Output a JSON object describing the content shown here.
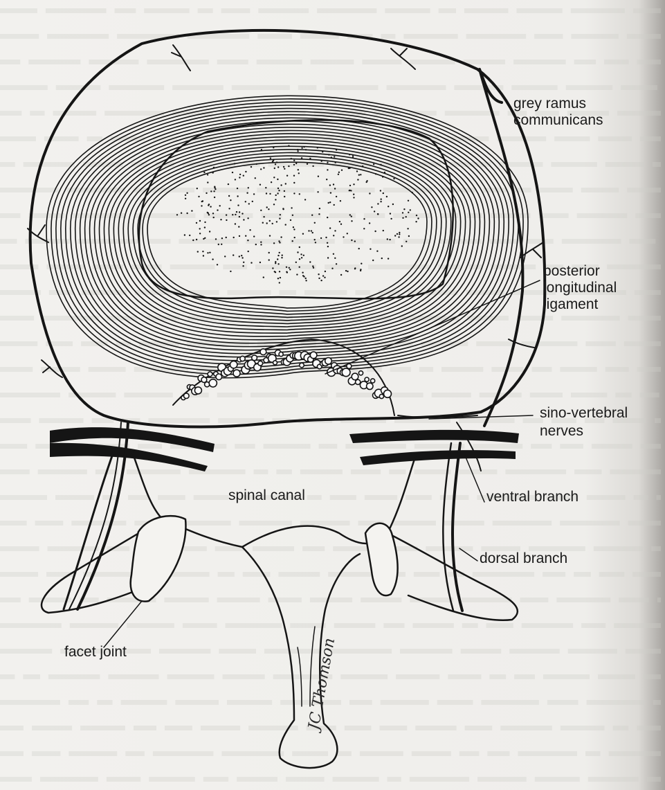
{
  "diagram": {
    "labels": {
      "grey_ramus": [
        "grey ramus",
        "communicans"
      ],
      "posterior_ligament": [
        "posterior",
        "longitudinal",
        "ligament"
      ],
      "sino_vertebral": [
        "sino-vertebral",
        "nerves"
      ],
      "spinal_canal": "spinal canal",
      "ventral_branch": "ventral branch",
      "dorsal_branch": "dorsal branch",
      "facet_joint": "facet joint"
    },
    "signature": "JC Thomson",
    "colors": {
      "ink": "#151515",
      "paper": "#f2f1ee",
      "bleed_text": "#cfcdc9"
    }
  }
}
